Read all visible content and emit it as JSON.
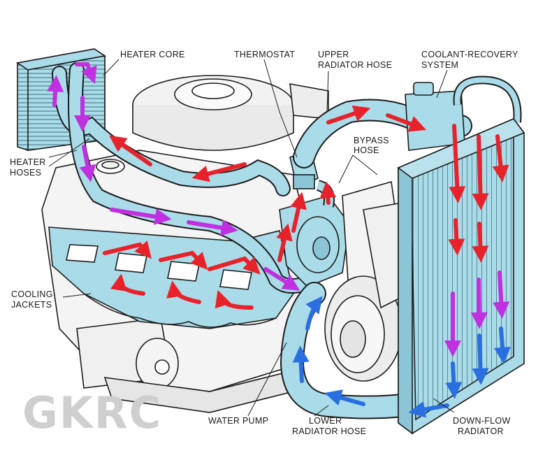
{
  "labels": {
    "heater_core": "HEATER CORE",
    "thermostat": "THERMOSTAT",
    "upper_hose_1": "UPPER",
    "upper_hose_2": "RADIATOR HOSE",
    "recovery_1": "COOLANT-RECOVERY",
    "recovery_2": "SYSTEM",
    "bypass_1": "BYPASS",
    "bypass_2": "HOSE",
    "heater_hoses_1": "HEATER",
    "heater_hoses_2": "HOSES",
    "cooling_1": "COOLING",
    "cooling_2": "JACKETS",
    "water_pump": "WATER PUMP",
    "lower_hose_1": "LOWER",
    "lower_hose_2": "RADIATOR HOSE",
    "radiator_1": "DOWN-FLOW",
    "radiator_2": "RADIATOR"
  },
  "watermark": "GKRC",
  "colors": {
    "coolant": "#a9dbe8",
    "hot_arrow": "#e8222a",
    "warm_arrow": "#c02fe0",
    "cool_arrow": "#2a6fe0",
    "outline": "#1c1c1c",
    "metal": "#f4f4f4"
  }
}
